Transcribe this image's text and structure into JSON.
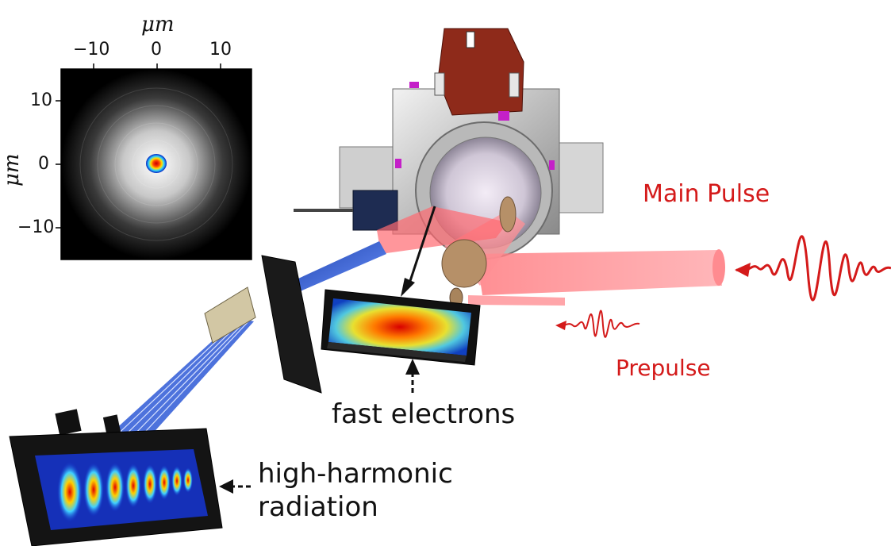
{
  "inset": {
    "x_axis_label": "μm",
    "y_axis_label": "μm",
    "x_ticks": [
      "−10",
      "0",
      "10"
    ],
    "y_ticks": [
      "10",
      "0",
      "−10"
    ]
  },
  "labels": {
    "main_pulse": "Main Pulse",
    "prepulse": "Prepulse",
    "fast_electrons": "fast electrons",
    "hhg_line1": "high-harmonic",
    "hhg_line2": "radiation"
  },
  "colors": {
    "laser_red": "#d41a1a",
    "beam_pink": "#f4676c",
    "xray_blue": "#2d5bd6"
  }
}
